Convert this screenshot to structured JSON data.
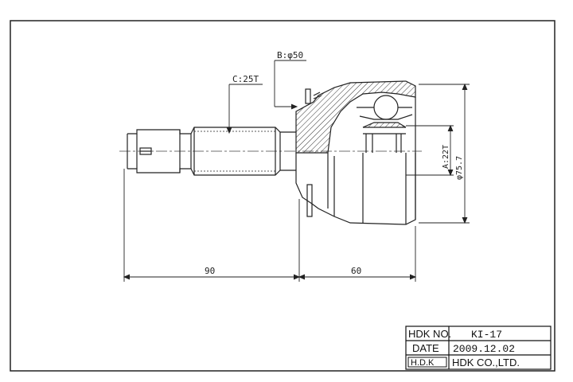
{
  "drawing": {
    "labels": {
      "c_spline": "C:25T",
      "b_dia": "B:φ50",
      "a_spline": "A:22T",
      "d_dia": "φ75.7",
      "len_shaft": "90",
      "len_body": "60"
    }
  },
  "title_block": {
    "hdk_no_label": "HDK NO.",
    "hdk_no_value": "KI-17",
    "date_label": "DATE",
    "date_value": "2009.12.02",
    "logo_text": "H.D.K",
    "company": "HDK CO.,LTD."
  }
}
